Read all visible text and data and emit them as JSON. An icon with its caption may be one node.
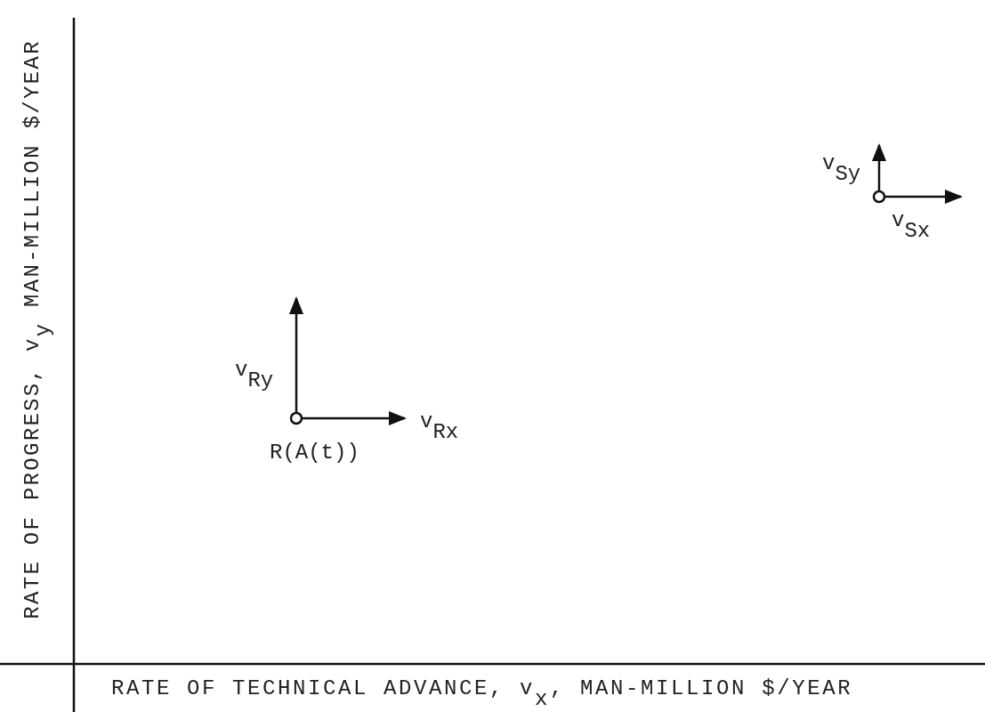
{
  "diagram": {
    "labels": [
      "RATE OF PROGRESS, v$_{y}$ MAN-MILLION $/YEAR",
      "v$_{Sy}$",
      "v$_{Sx}$",
      "v$_{Ry}$",
      "v$_{Rx}$",
      "R(A(t))",
      "RATE OF TECHNICAL ADVANCE, v$_{x}$, MAN-MILLION $/YEAR"
    ]
  }
}
